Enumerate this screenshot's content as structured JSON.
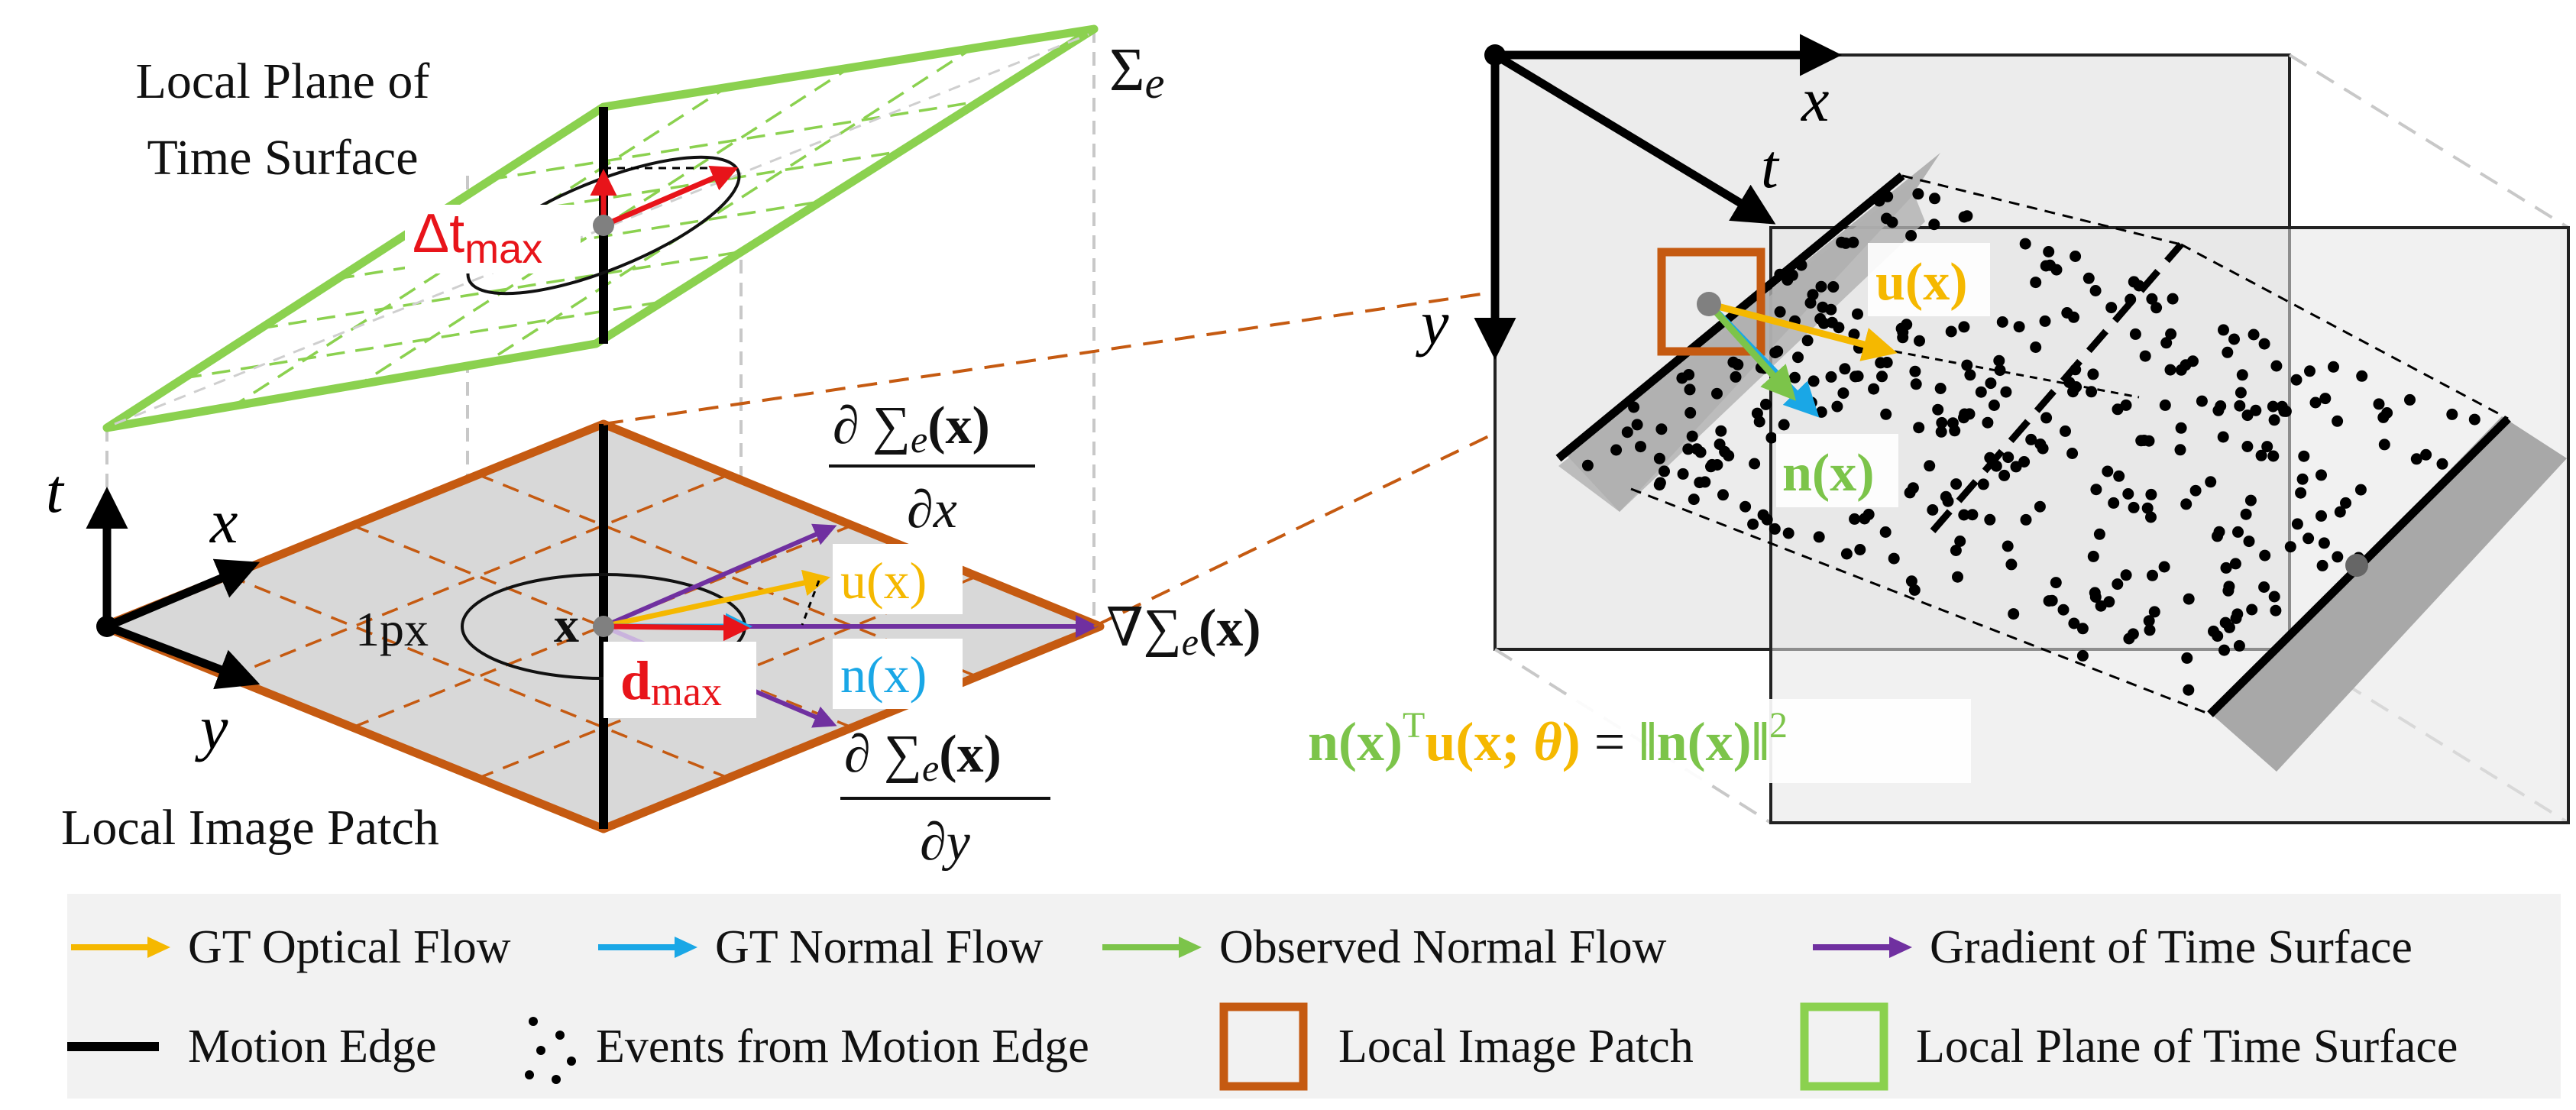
{
  "colors": {
    "optical_flow": "#f5b800",
    "normal_flow": "#1aa7e6",
    "observed_normal_flow": "#7cc44a",
    "gradient": "#7030a0",
    "patch_border": "#c55a11",
    "plane_border": "#8bd14f",
    "red": "#e8141a",
    "edge": "#000000"
  },
  "left_diagram": {
    "plane_title_line1": "Local Plane of",
    "plane_title_line2": "Time Surface",
    "sigma_label": "Σ",
    "sigma_sub": "e",
    "delta_t": "Δt",
    "delta_t_sub": "max",
    "axis_t": "t",
    "axis_x": "x",
    "axis_y": "y",
    "one_px": "1px",
    "x_point": "x",
    "d_max": "d",
    "d_max_sub": "max",
    "u_label": "u(x)",
    "n_label": "n(x)",
    "dx_numerator": "∂ ∑",
    "dx_num_sub": "e",
    "dx_num_arg": "(x)",
    "dx_denominator": "∂x",
    "dy_numerator": "∂ ∑",
    "dy_num_sub": "e",
    "dy_num_arg": "(x)",
    "dy_denominator": "∂y",
    "grad_label": "∇∑",
    "grad_sub": "e",
    "grad_arg": "(x)",
    "patch_title": "Local Image Patch"
  },
  "right_diagram": {
    "axis_x": "x",
    "axis_y": "y",
    "axis_t": "t",
    "u_label": "u(x)",
    "n_label": "n(x)",
    "eq_n": "n(x)",
    "eq_T": "T",
    "eq_u": "u(x; ",
    "eq_theta": "θ",
    "eq_close": ")",
    "eq_equals": " = ",
    "eq_norm": "‖n(x)‖",
    "eq_sq": "2"
  },
  "legend": {
    "items": [
      {
        "label": "GT Optical Flow",
        "symbol": "arrow",
        "color": "#f5b800"
      },
      {
        "label": "GT Normal Flow",
        "symbol": "arrow",
        "color": "#1aa7e6"
      },
      {
        "label": "Observed Normal Flow",
        "symbol": "arrow",
        "color": "#7cc44a"
      },
      {
        "label": "Gradient of Time Surface",
        "symbol": "arrow",
        "color": "#7030a0"
      },
      {
        "label": "Motion Edge",
        "symbol": "line",
        "color": "#000000"
      },
      {
        "label": "Events from Motion Edge",
        "symbol": "dots",
        "color": "#000000"
      },
      {
        "label": "Local Image Patch",
        "symbol": "square",
        "color": "#c55a11"
      },
      {
        "label": "Local Plane of Time Surface",
        "symbol": "square",
        "color": "#8bd14f"
      }
    ]
  }
}
